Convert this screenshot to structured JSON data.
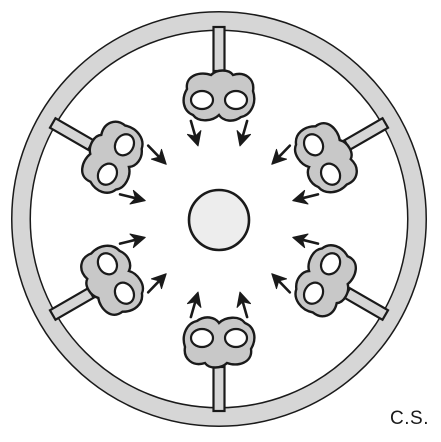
{
  "diagram": {
    "label": "C.S.",
    "colors": {
      "stroke": "#1a1a1a",
      "ring_fill": "#d6d6d6",
      "body_fill": "#c8c8c8",
      "core_fill": "#ededed",
      "oval_fill": "#ffffff",
      "background": "#ffffff"
    },
    "unit_count": 6,
    "arrows_per_unit": 2
  }
}
